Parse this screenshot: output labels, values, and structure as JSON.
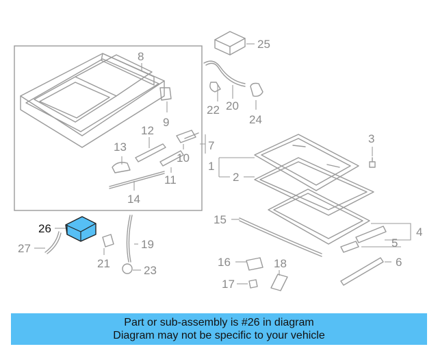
{
  "diagram": {
    "highlight_part": "26",
    "highlight_color": "#56bff5",
    "part_numbers": [
      "8",
      "9",
      "12",
      "13",
      "10",
      "7",
      "11",
      "14",
      "25",
      "22",
      "20",
      "24",
      "3",
      "1",
      "2",
      "15",
      "4",
      "5",
      "6",
      "16",
      "18",
      "17",
      "26",
      "27",
      "21",
      "19",
      "23"
    ]
  },
  "banner": {
    "line1": "Part or sub-assembly is #26 in diagram",
    "line2": "Diagram may not be specific to your vehicle",
    "background_color": "#56bff5"
  }
}
